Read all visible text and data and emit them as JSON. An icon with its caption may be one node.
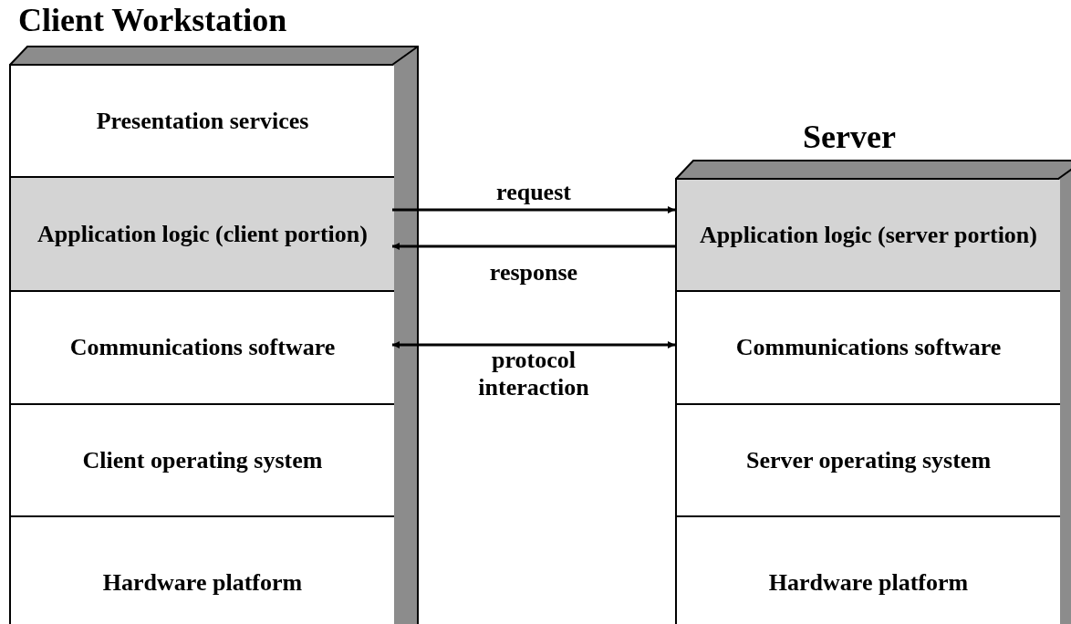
{
  "diagram": {
    "nodes": [
      {
        "text": [
          "Client Workstation"
        ]
      },
      {
        "text": [
          "Presentation services"
        ],
        "in": 0
      },
      {
        "text": [
          "Application logic (client portion)"
        ],
        "in": 0
      },
      {
        "text": [
          "Communications software"
        ],
        "in": 0
      },
      {
        "text": [
          "Client operating system"
        ],
        "in": 0
      },
      {
        "text": [
          "Hardware platform"
        ],
        "in": 0
      },
      {
        "text": [
          "Server"
        ]
      },
      {
        "text": [
          "Application logic (server portion)"
        ],
        "in": 6
      },
      {
        "text": [
          "Communications software"
        ],
        "in": 6
      },
      {
        "text": [
          "Server operating system"
        ],
        "in": 6
      },
      {
        "text": [
          "Hardware platform"
        ],
        "in": 6
      }
    ],
    "edges": [
      {
        "from": 2,
        "to": 7,
        "arrow": "to",
        "label": "request"
      },
      {
        "from": 7,
        "to": 2,
        "arrow": "to",
        "label": "response"
      },
      {
        "from": 3,
        "to": 8,
        "arrow": "both",
        "label": "protocol interaction"
      }
    ]
  }
}
